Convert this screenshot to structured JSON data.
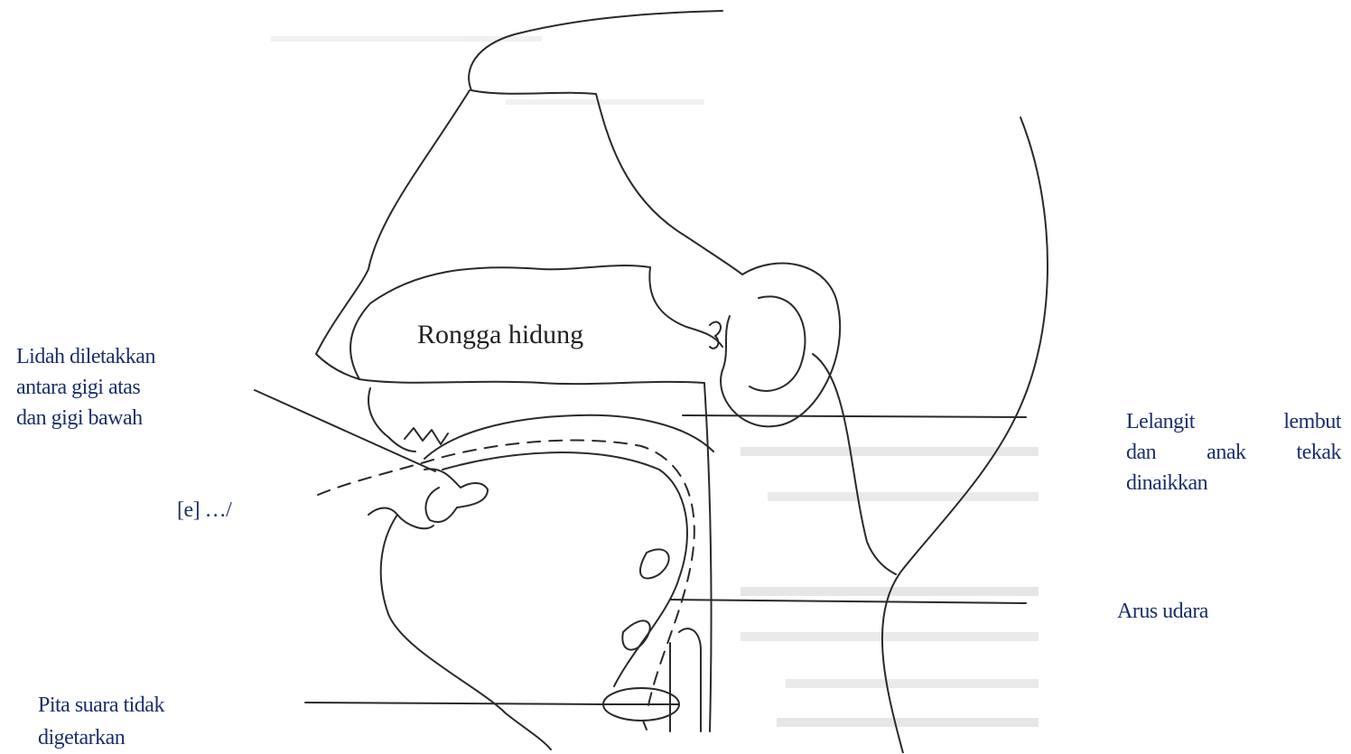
{
  "diagram": {
    "cavity_label": "Rongga hidung",
    "vowel_symbol": "[e] …/",
    "labels": {
      "tongue": [
        "Lidah diletakkan",
        "antara gigi atas",
        "dan gigi bawah"
      ],
      "velum": [
        "Lelangit lembut",
        "dan anak tekak",
        "dinaikkan"
      ],
      "airflow": "Arus udara",
      "vocal_folds": [
        "Pita suara tidak",
        "digetarkan"
      ]
    }
  },
  "colors": {
    "label_text": "#1b2f6b",
    "line": "#2a2a2a",
    "bleed_through_text": "#d9d9d9"
  }
}
